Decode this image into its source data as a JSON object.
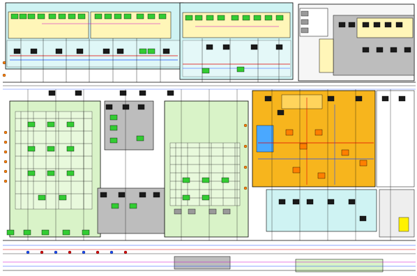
{
  "diagram": {
    "type": "system-block-diagram",
    "colors": {
      "background": "#ffffff",
      "panel_cyan": "#cff3f3",
      "panel_yellow": "#fff6b8",
      "panel_green": "#d9f3c8",
      "panel_gray": "#bdbdbd",
      "panel_orange": "#f7b51d",
      "node_green": "#33cc33",
      "node_dark": "#1a1a1a",
      "node_gray": "#9a9a9a",
      "wire_black": "#000000",
      "wire_red": "#e00000",
      "wire_blue": "#1a4cff",
      "wire_magenta": "#cc00cc",
      "wire_green": "#008800",
      "wire_orange": "#ff7f00"
    },
    "regions": [
      {
        "id": "top-left-cyan-panel"
      },
      {
        "id": "top-center-cyan-panel"
      },
      {
        "id": "top-right-gray-panel"
      },
      {
        "id": "mid-left-green-panel"
      },
      {
        "id": "mid-center-green-panel"
      },
      {
        "id": "mid-center-gray-panel"
      },
      {
        "id": "mid-right-orange-panel"
      },
      {
        "id": "bottom-right-cyan-panel"
      },
      {
        "id": "bottom-bus-area"
      }
    ],
    "icons": [
      "computer-node-icon",
      "connector-dot-icon",
      "bus-line-icon"
    ]
  }
}
